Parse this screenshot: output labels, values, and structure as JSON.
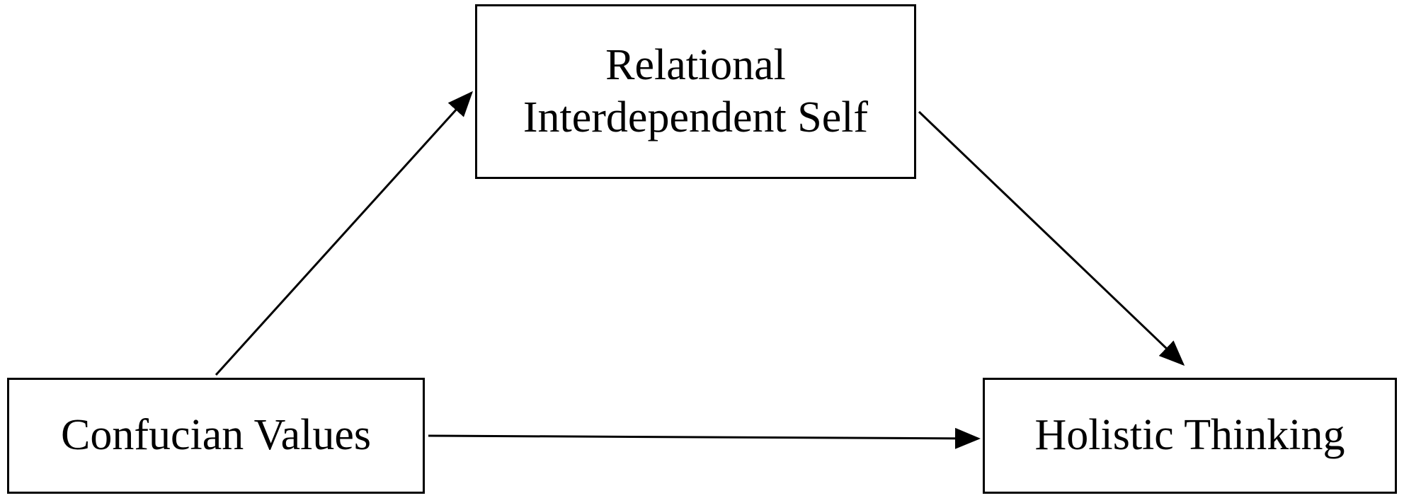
{
  "diagram": {
    "nodes": {
      "mediator": {
        "line1": "Relational",
        "line2": "Interdependent Self"
      },
      "predictor": {
        "label": "Confucian Values"
      },
      "outcome": {
        "label": "Holistic Thinking"
      }
    },
    "edges": [
      {
        "from": "Confucian Values",
        "to": "Relational Interdependent Self"
      },
      {
        "from": "Relational Interdependent Self",
        "to": "Holistic Thinking"
      },
      {
        "from": "Confucian Values",
        "to": "Holistic Thinking"
      }
    ],
    "colors": {
      "line": "#000000",
      "background": "#ffffff"
    }
  }
}
